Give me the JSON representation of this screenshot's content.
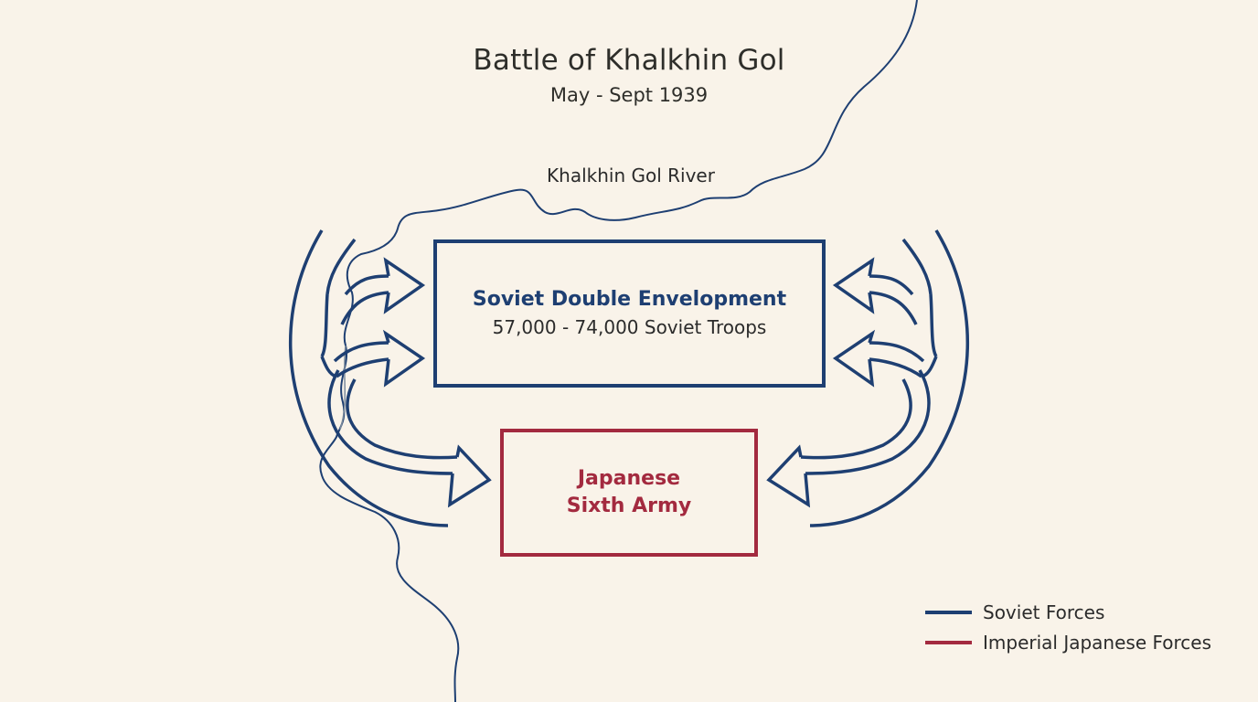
{
  "title": "Battle of Khalkhin Gol",
  "subtitle": "May - Sept 1939",
  "river_label": "Khalkhin Gol River",
  "soviet_box": {
    "name": "Soviet Double Envelopment",
    "troops": "57,000 - 74,000 Soviet Troops"
  },
  "japanese_box": {
    "line1": "Japanese",
    "line2": "Sixth Army"
  },
  "legend": [
    {
      "label": "Soviet Forces",
      "color": "#1e3f72"
    },
    {
      "label": "Imperial Japanese Forces",
      "color": "#a32a3f"
    }
  ],
  "colors": {
    "background": "#f9f3e9",
    "soviet": "#1e3f72",
    "japanese": "#a32a3f",
    "river": "#1e3f72"
  }
}
